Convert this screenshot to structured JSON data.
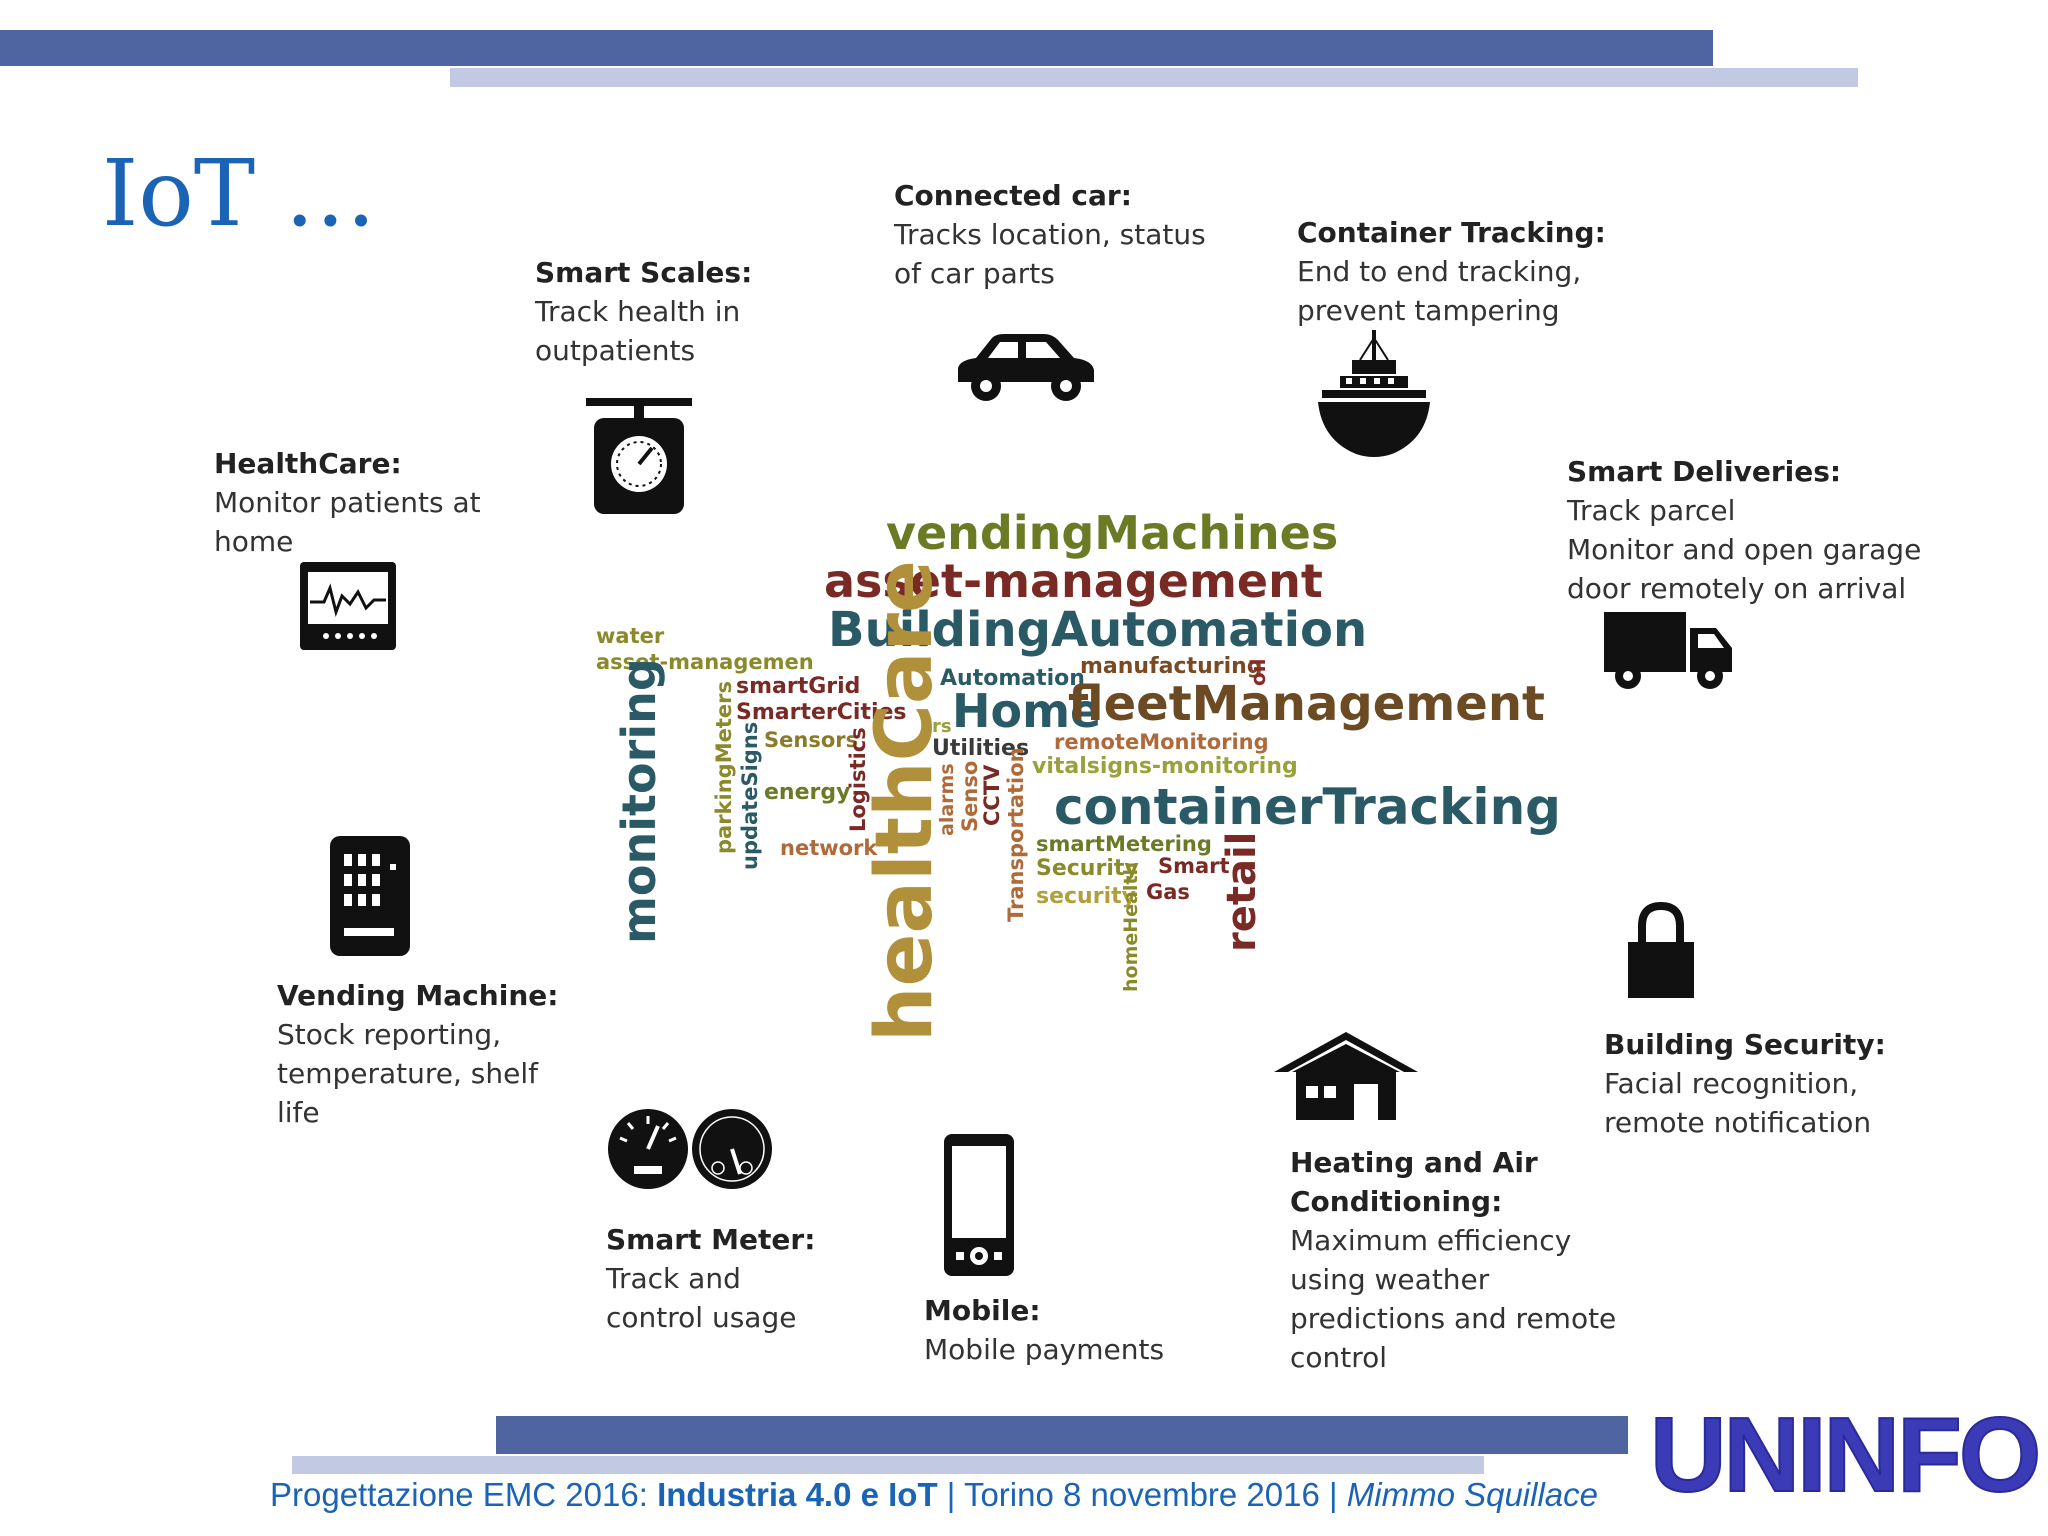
{
  "slide": {
    "title": "IoT …"
  },
  "callouts": {
    "healthcare": {
      "head": "HealthCare:",
      "lines": [
        "Monitor patients at",
        "home"
      ]
    },
    "smart_scales": {
      "head": "Smart Scales:",
      "lines": [
        "Track health  in",
        "outpatients"
      ]
    },
    "connected_car": {
      "head": "Connected car:",
      "lines": [
        "Tracks location, status",
        "of car parts"
      ]
    },
    "container_tracking": {
      "head": "Container Tracking:",
      "lines": [
        "End to end tracking,",
        "prevent tampering"
      ]
    },
    "smart_deliveries": {
      "head": "Smart Deliveries:",
      "lines": [
        "Track parcel",
        "Monitor and open garage",
        "door remotely on arrival"
      ]
    },
    "vending_machine": {
      "head": "Vending Machine:",
      "lines": [
        "Stock reporting,",
        "temperature, shelf",
        "life"
      ]
    },
    "smart_meter": {
      "head": "Smart Meter:",
      "lines": [
        "Track and",
        "control usage"
      ]
    },
    "mobile": {
      "head": "Mobile:",
      "lines": [
        "Mobile payments"
      ]
    },
    "hvac": {
      "head_lines": [
        "Heating and Air",
        "Conditioning:"
      ],
      "lines": [
        "Maximum efficiency",
        "using weather",
        "predictions and remote",
        "control"
      ]
    },
    "building_security": {
      "head": "Building Security:",
      "lines": [
        "Facial recognition,",
        "remote notification"
      ]
    }
  },
  "word_cloud": {
    "words": [
      "vendingMachines",
      "asset-management",
      "BuildingAutomation",
      "water",
      "asset-managemen",
      "Automation",
      "manufacturing",
      "oil",
      "smartGrid",
      "SmarterCities",
      "Home",
      "fleetManagement",
      "Sensors",
      "Utilities",
      "remoteMonitoring",
      "vitalsigns-monitoring",
      "energy",
      "containerTracking",
      "network",
      "smartMetering",
      "Security",
      "Smart",
      "Gas",
      "security",
      "monitoring",
      "parkingMeters",
      "updateSigns",
      "Logistics",
      "healthCare",
      "rs",
      "alarms",
      "Senso",
      "CCTV",
      "Transportation",
      "homeHealth",
      "retail"
    ]
  },
  "footer": {
    "prefix": "Progettazione EMC 2016: ",
    "bold": "Industria 4.0 e IoT",
    "middle": " | Torino 8 novembre 2016 | ",
    "author": "Mimmo Squillace"
  },
  "logo": {
    "text": "UNINFO"
  },
  "colors": {
    "accent": "#1b63b5",
    "bar_dark": "#4e65a2",
    "bar_light": "#c2cae3",
    "logo": "#3b3bb7"
  }
}
